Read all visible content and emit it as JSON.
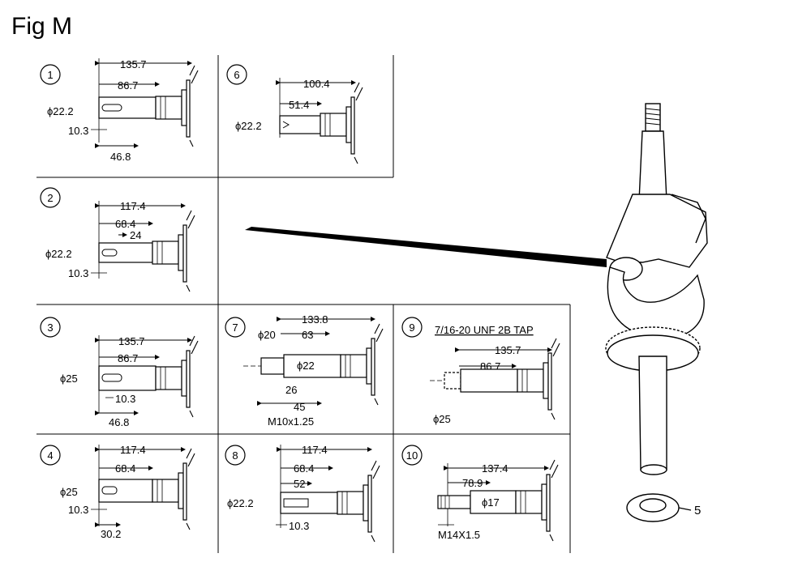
{
  "figure_title": "Fig M",
  "part_callout": "5",
  "panels": [
    {
      "id": "1",
      "dims": [
        "135.7",
        "86.7",
        "10.3",
        "46.8"
      ],
      "diameter": "ϕ22.2"
    },
    {
      "id": "2",
      "dims": [
        "117.4",
        "68.4",
        "24",
        "10.3"
      ],
      "diameter": "ϕ22.2"
    },
    {
      "id": "3",
      "dims": [
        "135.7",
        "86.7",
        "10.3",
        "46.8"
      ],
      "diameter": "ϕ25"
    },
    {
      "id": "4",
      "dims": [
        "117.4",
        "68.4",
        "10.3",
        "30.2"
      ],
      "diameter": "ϕ25"
    },
    {
      "id": "6",
      "dims": [
        "100.4",
        "51.4"
      ],
      "diameter": "ϕ22.2"
    },
    {
      "id": "7",
      "dims": [
        "133.8",
        "63",
        "26",
        "45"
      ],
      "diameter": "ϕ20",
      "diameter2": "ϕ22",
      "thread": "M10x1.25"
    },
    {
      "id": "8",
      "dims": [
        "117.4",
        "68.4",
        "52",
        "10.3"
      ],
      "diameter": "ϕ22.2"
    },
    {
      "id": "9",
      "dims": [
        "135.7",
        "86.7"
      ],
      "diameter": "ϕ25",
      "thread": "7/16-20 UNF 2B TAP"
    },
    {
      "id": "10",
      "dims": [
        "137.4",
        "78.9"
      ],
      "diameter": "ϕ17",
      "thread": "M14X1.5"
    }
  ]
}
